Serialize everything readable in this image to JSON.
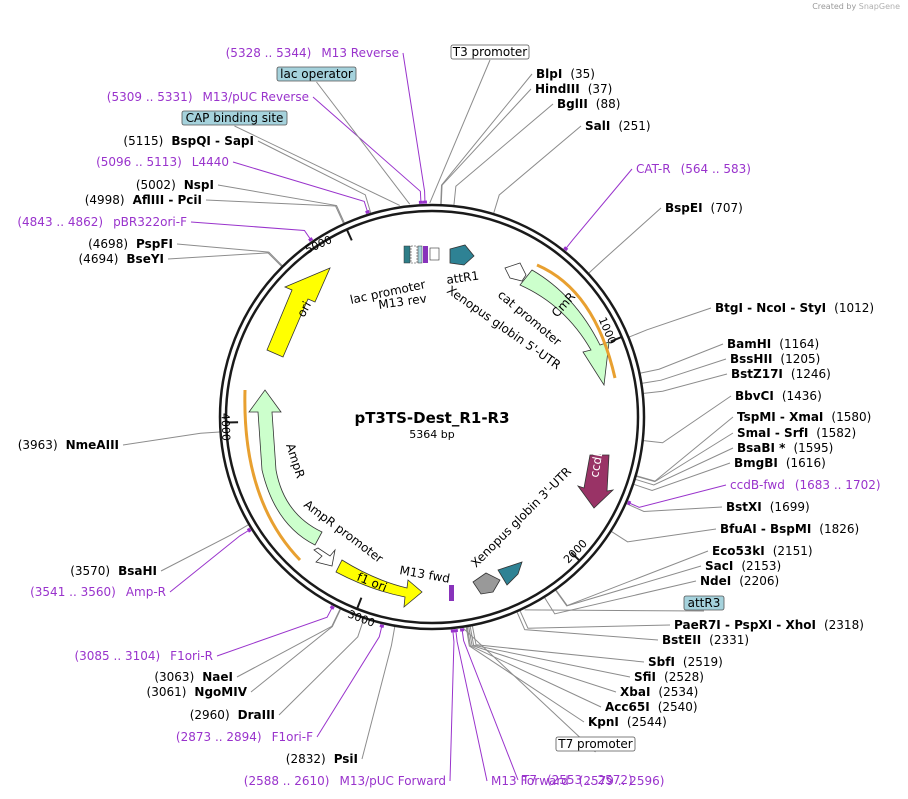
{
  "credit": {
    "prefix": "Created by",
    "brand": "SnapGene"
  },
  "map": {
    "name": "pT3TS-Dest_R1-R3",
    "length_label": "5364 bp",
    "total_bp": 5364,
    "tick_labels": [
      {
        "bp": 1000,
        "text": "1000"
      },
      {
        "bp": 2000,
        "text": "2000"
      },
      {
        "bp": 3000,
        "text": "3000"
      },
      {
        "bp": 4000,
        "text": "4000"
      },
      {
        "bp": 5000,
        "text": "5000"
      }
    ]
  },
  "colors": {
    "backbone": "#1a1a1a",
    "primer": "#9933cc",
    "ori": "#ffff00",
    "marker": "#ccffcc",
    "ccdb": "#993366",
    "att": "#2e8294",
    "promoter": "#ffffff",
    "lac": "#2e7d87",
    "cap_box": "#a5d2dc"
  },
  "enzymes": [
    {
      "name": "BlpI",
      "pos": "(35)",
      "bp": 35
    },
    {
      "name": "HindIII",
      "pos": "(37)",
      "bp": 37
    },
    {
      "name": "BglII",
      "pos": "(88)",
      "bp": 88
    },
    {
      "name": "SalI",
      "pos": "(251)",
      "bp": 251
    },
    {
      "name": "BspEI",
      "pos": "(707)",
      "bp": 707
    },
    {
      "name": "BtgI  -  NcoI  -  StyI",
      "pos": "(1012)",
      "bp": 1012
    },
    {
      "name": "BamHI",
      "pos": "(1164)",
      "bp": 1164
    },
    {
      "name": "BssHII",
      "pos": "(1205)",
      "bp": 1205
    },
    {
      "name": "BstZ17I",
      "pos": "(1246)",
      "bp": 1246
    },
    {
      "name": "BbvCI",
      "pos": "(1436)",
      "bp": 1436
    },
    {
      "name": "TspMI  -  XmaI",
      "pos": "(1580)",
      "bp": 1580
    },
    {
      "name": "SmaI  -  SrfI",
      "pos": "(1582)",
      "bp": 1582
    },
    {
      "name": "BsaBI *",
      "pos": "(1595)",
      "bp": 1595
    },
    {
      "name": "BmgBI",
      "pos": "(1616)",
      "bp": 1616
    },
    {
      "name": "BstXI",
      "pos": "(1699)",
      "bp": 1699
    },
    {
      "name": "BfuAI  -  BspMI",
      "pos": "(1826)",
      "bp": 1826
    },
    {
      "name": "Eco53kI",
      "pos": "(2151)",
      "bp": 2151
    },
    {
      "name": "SacI",
      "pos": "(2153)",
      "bp": 2153
    },
    {
      "name": "NdeI",
      "pos": "(2206)",
      "bp": 2206
    },
    {
      "name": "PaeR7I  -  PspXI  -  XhoI",
      "pos": "(2318)",
      "bp": 2318
    },
    {
      "name": "BstEII",
      "pos": "(2331)",
      "bp": 2331
    },
    {
      "name": "SbfI",
      "pos": "(2519)",
      "bp": 2519
    },
    {
      "name": "SfiI",
      "pos": "(2528)",
      "bp": 2528
    },
    {
      "name": "XbaI",
      "pos": "(2534)",
      "bp": 2534
    },
    {
      "name": "Acc65I",
      "pos": "(2540)",
      "bp": 2540
    },
    {
      "name": "KpnI",
      "pos": "(2544)",
      "bp": 2544
    },
    {
      "name": "PsiI",
      "pos": "(2832)",
      "bp": 2832
    },
    {
      "name": "DraIII",
      "pos": "(2960)",
      "bp": 2960
    },
    {
      "name": "NgoMIV",
      "pos": "(3061)",
      "bp": 3061
    },
    {
      "name": "NaeI",
      "pos": "(3063)",
      "bp": 3063
    },
    {
      "name": "BsaHI",
      "pos": "(3570)",
      "bp": 3570
    },
    {
      "name": "NmeAIII",
      "pos": "(3963)",
      "bp": 3963
    },
    {
      "name": "BseYI",
      "pos": "(4694)",
      "bp": 4694
    },
    {
      "name": "PspFI",
      "pos": "(4698)",
      "bp": 4698
    },
    {
      "name": "AflIII  -  PciI",
      "pos": "(4998)",
      "bp": 4998
    },
    {
      "name": "NspI",
      "pos": "(5002)",
      "bp": 5002
    },
    {
      "name": "BspQI  -  SapI",
      "pos": "(5115)",
      "bp": 5115
    }
  ],
  "primers": [
    {
      "name": "M13 Reverse",
      "range": "(5328 .. 5344)",
      "bp": 5336
    },
    {
      "name": "M13/pUC Reverse",
      "range": "(5309 .. 5331)",
      "bp": 5320
    },
    {
      "name": "L4440",
      "range": "(5096 .. 5113)",
      "bp": 5104
    },
    {
      "name": "pBR322ori-F",
      "range": "(4843 .. 4862)",
      "bp": 4852
    },
    {
      "name": "CAT-R",
      "range": "(564 .. 583)",
      "bp": 573
    },
    {
      "name": "ccdB-fwd",
      "range": "(1683 .. 1702)",
      "bp": 1692
    },
    {
      "name": "T7",
      "range": "(2553 .. 2572)",
      "bp": 2562
    },
    {
      "name": "M13 Forward",
      "range": "(2579 .. 2596)",
      "bp": 2587
    },
    {
      "name": "M13/pUC Forward",
      "range": "(2588 .. 2610)",
      "bp": 2599
    },
    {
      "name": "F1ori-F",
      "range": "(2873 .. 2894)",
      "bp": 2883
    },
    {
      "name": "F1ori-R",
      "range": "(3085 .. 3104)",
      "bp": 3094
    },
    {
      "name": "Amp-R",
      "range": "(3541 .. 3560)",
      "bp": 3550
    }
  ],
  "boxed_features": [
    {
      "name": "T3 promoter",
      "bp": 5355,
      "style": "outline"
    },
    {
      "name": "lac operator",
      "bp": 5275,
      "style": "filled"
    },
    {
      "name": "CAP binding site",
      "bp": 5235,
      "style": "filled"
    },
    {
      "name": "attR3",
      "bp": 2300,
      "style": "filled"
    },
    {
      "name": "T7 promoter",
      "bp": 2555,
      "style": "outline"
    }
  ],
  "inner_labels": {
    "lac_promoter": "lac promoter",
    "m13_rev": "M13 rev",
    "attr1": "attR1",
    "cat_promoter": "cat promoter",
    "xenopus_5": "Xenopus globin 5'-UTR",
    "cmr": "CmR",
    "ori": "ori",
    "ampr": "AmpR",
    "ampr_promoter": "AmpR promoter",
    "f1_ori": "f1 ori",
    "m13_fwd": "M13 fwd",
    "xenopus_3": "Xenopus globin 3'-UTR",
    "ccdb": "ccdB"
  }
}
